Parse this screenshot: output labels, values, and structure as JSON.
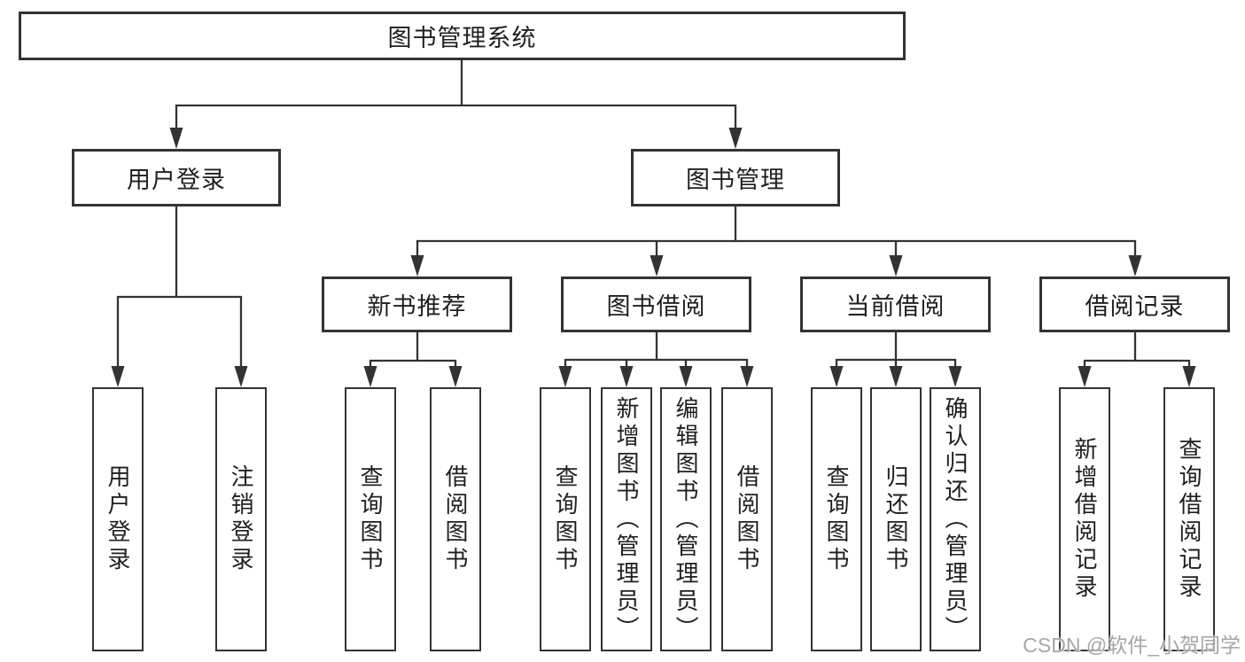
{
  "diagram_title": "图书管理系统",
  "tree": {
    "root": "图书管理系统",
    "branches": [
      {
        "label": "用户登录",
        "children": [
          "用户登录",
          "注销登录"
        ]
      },
      {
        "label": "图书管理",
        "sections": [
          {
            "label": "新书推荐",
            "children": [
              "查询图书",
              "借阅图书"
            ]
          },
          {
            "label": "图书借阅",
            "children": [
              "查询图书",
              "新增图书（管理员）",
              "编辑图书（管理员）",
              "借阅图书"
            ]
          },
          {
            "label": "当前借阅",
            "children": [
              "查询图书",
              "归还图书",
              "确认归还（管理员）"
            ]
          },
          {
            "label": "借阅记录",
            "children": [
              "新增借阅记录",
              "查询借阅记录"
            ]
          }
        ]
      }
    ]
  },
  "watermark": "CSDN @软件_小贺同学",
  "colors": {
    "line": "#333333",
    "box_border": "#333333",
    "box_background": "#ffffff",
    "text": "#1f1f1f",
    "watermark": "#a6a6a6",
    "page_background": "#ffffff"
  }
}
